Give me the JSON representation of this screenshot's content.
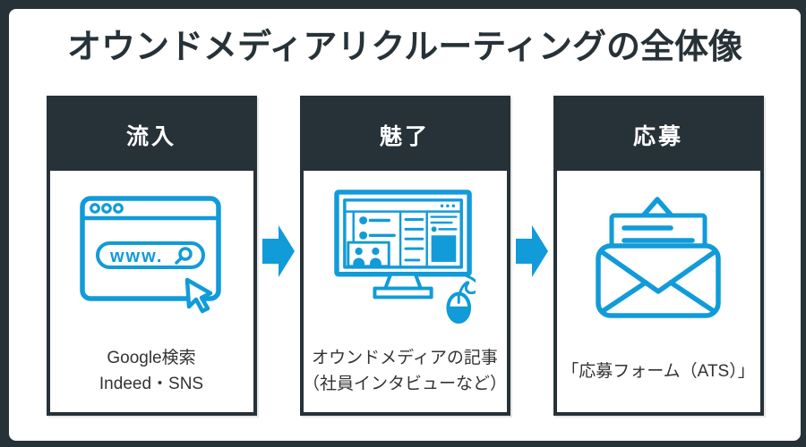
{
  "title": "オウンドメディアリクルーティングの全体像",
  "colors": {
    "accent_blue": "#119bd9",
    "frame_dark": "#273238",
    "card_background": "#ffffff",
    "caption_text": "#333333"
  },
  "steps": [
    {
      "header": "流入",
      "icon": "browser-search-icon",
      "browser_url_text": "www.",
      "caption_lines": [
        "Google検索",
        "Indeed・SNS"
      ]
    },
    {
      "header": "魅了",
      "icon": "monitor-article-icon",
      "caption_lines": [
        "オウンドメディアの記事",
        "（社員インタビューなど）"
      ]
    },
    {
      "header": "応募",
      "icon": "open-envelope-icon",
      "caption_lines": [
        "「応募フォーム（ATS）」"
      ]
    }
  ],
  "arrows": [
    "right-arrow",
    "right-arrow"
  ]
}
